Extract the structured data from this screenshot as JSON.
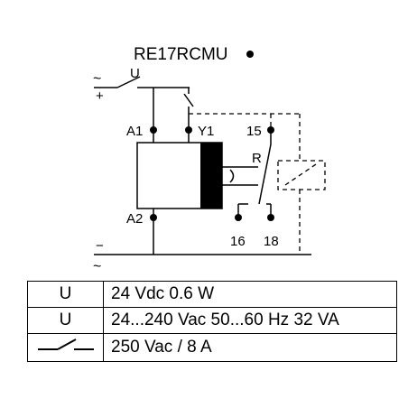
{
  "title": "RE17RCMU",
  "supply": {
    "ac_symbol": "~",
    "plus_symbol": "+",
    "u_label": "U",
    "minus_symbol": "−"
  },
  "terminals": {
    "a1": "A1",
    "y1": "Y1",
    "a2": "A2",
    "t15": "15",
    "t16": "16",
    "t18": "18",
    "relay": "R"
  },
  "spec_table": {
    "rows": [
      {
        "symbol": "U",
        "value": "24 Vdc  0.6 W"
      },
      {
        "symbol": "U",
        "value": "24...240 Vac  50...60 Hz  32 VA"
      },
      {
        "symbol": "contact-switch-icon",
        "value": "250 Vac / 8 A"
      }
    ]
  }
}
